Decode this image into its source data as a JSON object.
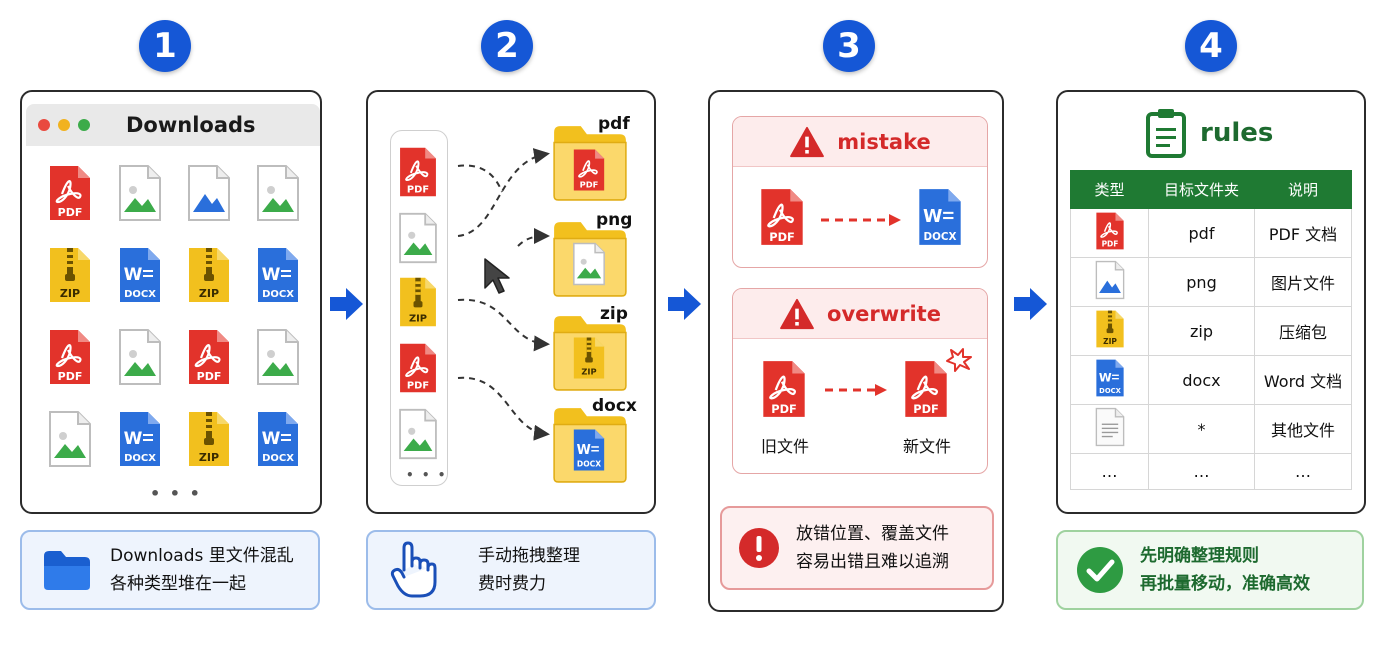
{
  "steps": [
    "1",
    "2",
    "3",
    "4"
  ],
  "panel1": {
    "window_title": "Downloads",
    "file_labels": {
      "pdf": "PDF",
      "zip": "ZIP",
      "docx": "DOCX",
      "w": "W"
    },
    "more": "• • •",
    "caption_line1": "Downloads 里文件混乱",
    "caption_line2": "各种类型堆在一起"
  },
  "panel2": {
    "folders": [
      "pdf",
      "png",
      "zip",
      "docx"
    ],
    "more": "• • •",
    "caption_line1": "手动拖拽整理",
    "caption_line2": "费时费力"
  },
  "panel3": {
    "mistake_label": "mistake",
    "overwrite_label": "overwrite",
    "old_file_label": "旧文件",
    "new_file_label": "新文件",
    "caption_line1": "放错位置、覆盖文件",
    "caption_line2": "容易出错且难以追溯"
  },
  "panel4": {
    "title": "rules",
    "headers": [
      "类型",
      "目标文件夹",
      "说明"
    ],
    "rows": [
      {
        "icon": "pdf-icon",
        "folder": "pdf",
        "desc": "PDF 文档"
      },
      {
        "icon": "image-icon",
        "folder": "png",
        "desc": "图片文件"
      },
      {
        "icon": "zip-icon",
        "folder": "zip",
        "desc": "压缩包"
      },
      {
        "icon": "docx-icon",
        "folder": "docx",
        "desc": "Word 文档"
      },
      {
        "icon": "text-file-icon",
        "folder": "*",
        "desc": "其他文件"
      },
      {
        "icon": "",
        "folder": "…",
        "desc": "…",
        "type": "…"
      }
    ],
    "caption_line1": "先明确整理规则",
    "caption_line2": "再批量移动，准确高效"
  },
  "colors": {
    "accent_blue": "#1557d6",
    "pdf_red": "#e2332b",
    "zip_yellow": "#f2c01e",
    "docx_blue": "#2a6fdb",
    "image_green": "#3cab4a",
    "rules_green": "#1f7a33",
    "warning_red": "#d42a2a"
  }
}
